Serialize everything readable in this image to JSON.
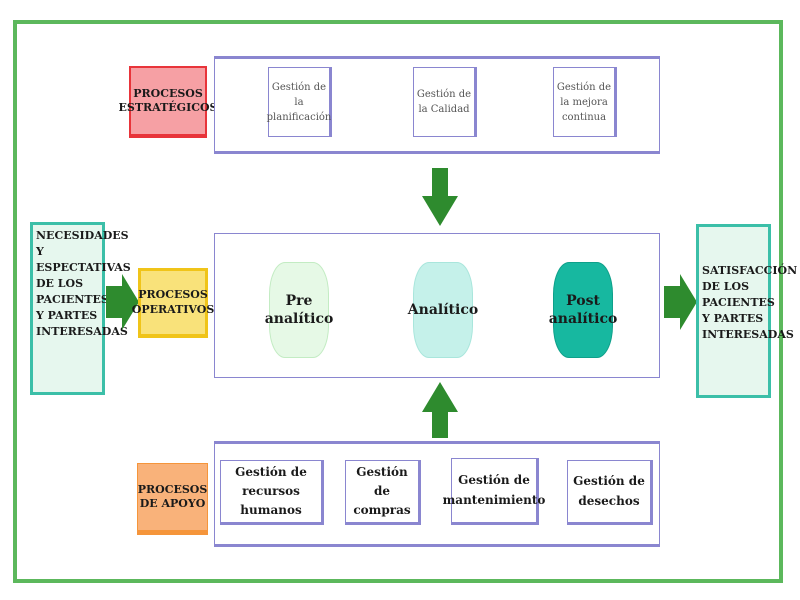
{
  "strategic": {
    "label": "PROCESOS ESTRATÉGICOS",
    "items": [
      "Gestión de la planificación",
      "Gestión de la Calidad",
      "Gestión de la mejora continua"
    ]
  },
  "operative": {
    "label": "PROCESOS OPERATIVOS",
    "stages": [
      "Pre analítico",
      "Analítico",
      "Post analítico"
    ]
  },
  "support": {
    "label": "PROCESOS DE APOYO",
    "items": [
      "Gestión de recursos humanos",
      "Gestión de compras",
      "Gestión de mantenimiento",
      "Gestión de desechos"
    ]
  },
  "input": {
    "label": "NECESIDADES Y ESPECTATIVAS DE LOS PACIENTES Y PARTES INTERESADAS"
  },
  "output": {
    "label": "SATISFACCIÓN DE LOS PACIENTES Y PARTES INTERESADAS"
  },
  "colors": {
    "frame": "#5cb85c",
    "strategic": "#e8343a",
    "operative": "#f7d21a",
    "support": "#f5953b",
    "arrow": "#2e8b2e",
    "side": "#3bbfa8"
  }
}
